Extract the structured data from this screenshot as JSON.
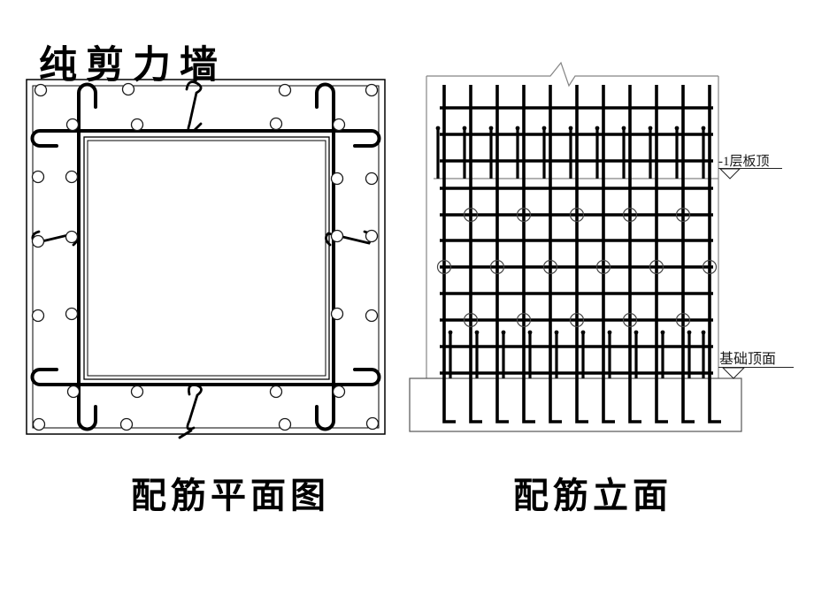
{
  "title": "纯剪力墙",
  "captions": {
    "plan": "配筋平面图",
    "elevation": "配筋立面"
  },
  "elevation_annotations": {
    "level": "-1层板顶",
    "foundation": "基础顶面"
  },
  "colors": {
    "ink": "#000000",
    "thin": "#858585",
    "medium": "#555555",
    "annotation": "#222222",
    "background": "#ffffff"
  }
}
